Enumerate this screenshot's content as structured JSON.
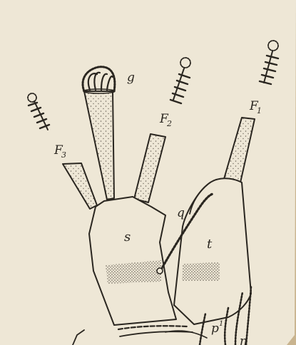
{
  "figure": {
    "labels": {
      "g": "g",
      "f1": "F",
      "f1_sub": "1",
      "f2": "F",
      "f2_sub": "2",
      "f3": "F",
      "f3_sub": "3",
      "s": "s",
      "t": "t",
      "q": "q",
      "p": "p",
      "p_sup": "1",
      "n": "n"
    },
    "colors": {
      "paper": "#eee7d6",
      "ink": "#2a2620",
      "stipple": "#6d665b",
      "background": "#c9b48f"
    }
  }
}
